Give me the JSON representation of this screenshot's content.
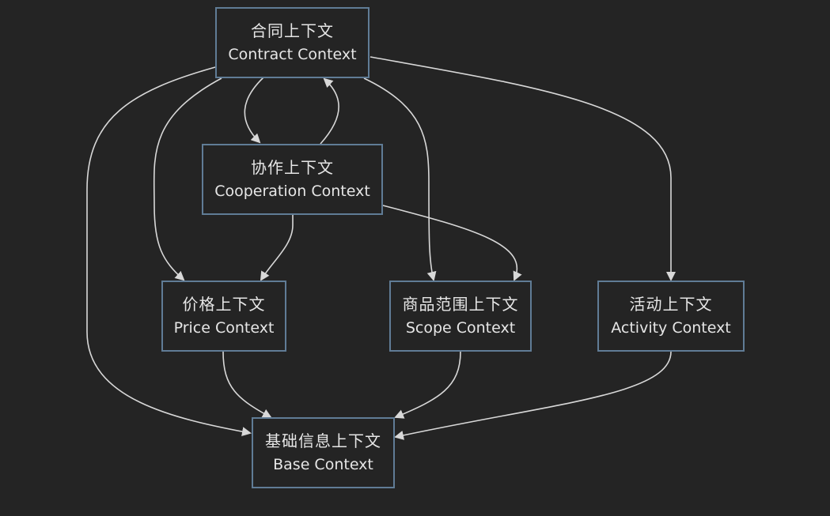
{
  "nodes": {
    "contract": {
      "zh": "合同上下文",
      "en": "Contract Context"
    },
    "cooperation": {
      "zh": "协作上下文",
      "en": "Cooperation Context"
    },
    "price": {
      "zh": "价格上下文",
      "en": "Price Context"
    },
    "scope": {
      "zh": "商品范围上下文",
      "en": "Scope Context"
    },
    "activity": {
      "zh": "活动上下文",
      "en": "Activity Context"
    },
    "base": {
      "zh": "基础信息上下文",
      "en": "Base Context"
    }
  },
  "edges": [
    {
      "from": "contract",
      "to": "cooperation"
    },
    {
      "from": "cooperation",
      "to": "contract"
    },
    {
      "from": "contract",
      "to": "price"
    },
    {
      "from": "contract",
      "to": "scope"
    },
    {
      "from": "contract",
      "to": "activity"
    },
    {
      "from": "contract",
      "to": "base"
    },
    {
      "from": "cooperation",
      "to": "price"
    },
    {
      "from": "cooperation",
      "to": "scope"
    },
    {
      "from": "price",
      "to": "base"
    },
    {
      "from": "scope",
      "to": "base"
    },
    {
      "from": "activity",
      "to": "base"
    }
  ],
  "colors": {
    "background": "#242424",
    "node_border": "#607c96",
    "node_text": "#e6e6e6",
    "edge": "#d8d8d8"
  }
}
